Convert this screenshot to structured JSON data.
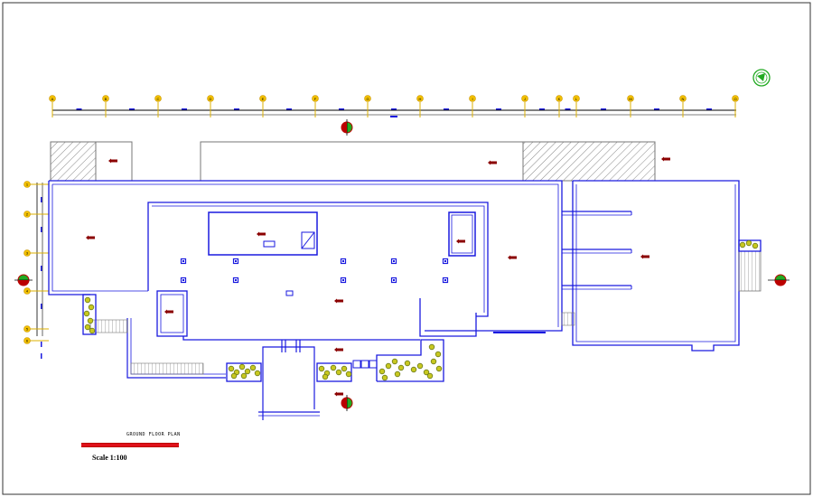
{
  "drawing": {
    "plan_title": "GROUND FLOOR PLAN",
    "scale_label": "Scale 1:100",
    "grid_letters": [
      "A",
      "B",
      "C",
      "D",
      "E",
      "F",
      "G",
      "H",
      "I",
      "J",
      "K",
      "L",
      "M",
      "N",
      "O"
    ],
    "grid_numbers": [
      "1",
      "2",
      "3",
      "4",
      "5",
      "6"
    ]
  },
  "colors": {
    "wall": "#1a1adf",
    "outline": "#777777",
    "hatch": "#8a8a8a",
    "grid_bubble": "#f2c000",
    "grid_line": "#dcb000",
    "room_tag": "#8b0000",
    "planter": "#6b7a1a",
    "north_arrow": "#22aa22",
    "scale_bar": "#e0101a"
  },
  "icons": {
    "north_arrow": "north-arrow-icon",
    "section_marker": "section-marker-icon",
    "room_tag": "room-tag-icon"
  }
}
